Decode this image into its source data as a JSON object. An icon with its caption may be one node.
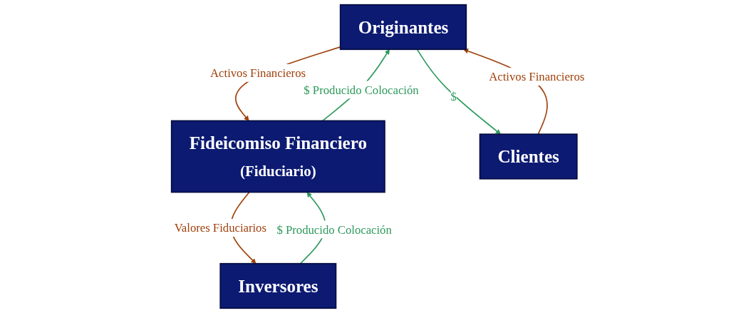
{
  "diagram": {
    "nodes": [
      {
        "text": [
          "Originantes"
        ]
      },
      {
        "text": [
          "Fideicomiso Financiero",
          "(Fiduciario)"
        ]
      },
      {
        "text": [
          "Clientes"
        ]
      },
      {
        "text": [
          "Inversores"
        ]
      }
    ],
    "edges": [
      {
        "from": 1,
        "to": 0,
        "arrow": "to",
        "label": "$ Producido Colocación",
        "color": "#2e9a5c"
      },
      {
        "from": 0,
        "to": 1,
        "arrow": "to",
        "label": "Activos Financieros",
        "color": "#a0400a"
      },
      {
        "from": 0,
        "to": 2,
        "arrow": "to",
        "label": "$",
        "color": "#2e9a5c"
      },
      {
        "from": 2,
        "to": 0,
        "arrow": "to",
        "label": "Activos Financieros",
        "color": "#a0400a"
      },
      {
        "from": 1,
        "to": 3,
        "arrow": "to",
        "label": "Valores Fiduciarios",
        "color": "#a0400a"
      },
      {
        "from": 3,
        "to": 1,
        "arrow": "to",
        "label": "$ Producido Colocación",
        "color": "#2e9a5c"
      }
    ]
  }
}
